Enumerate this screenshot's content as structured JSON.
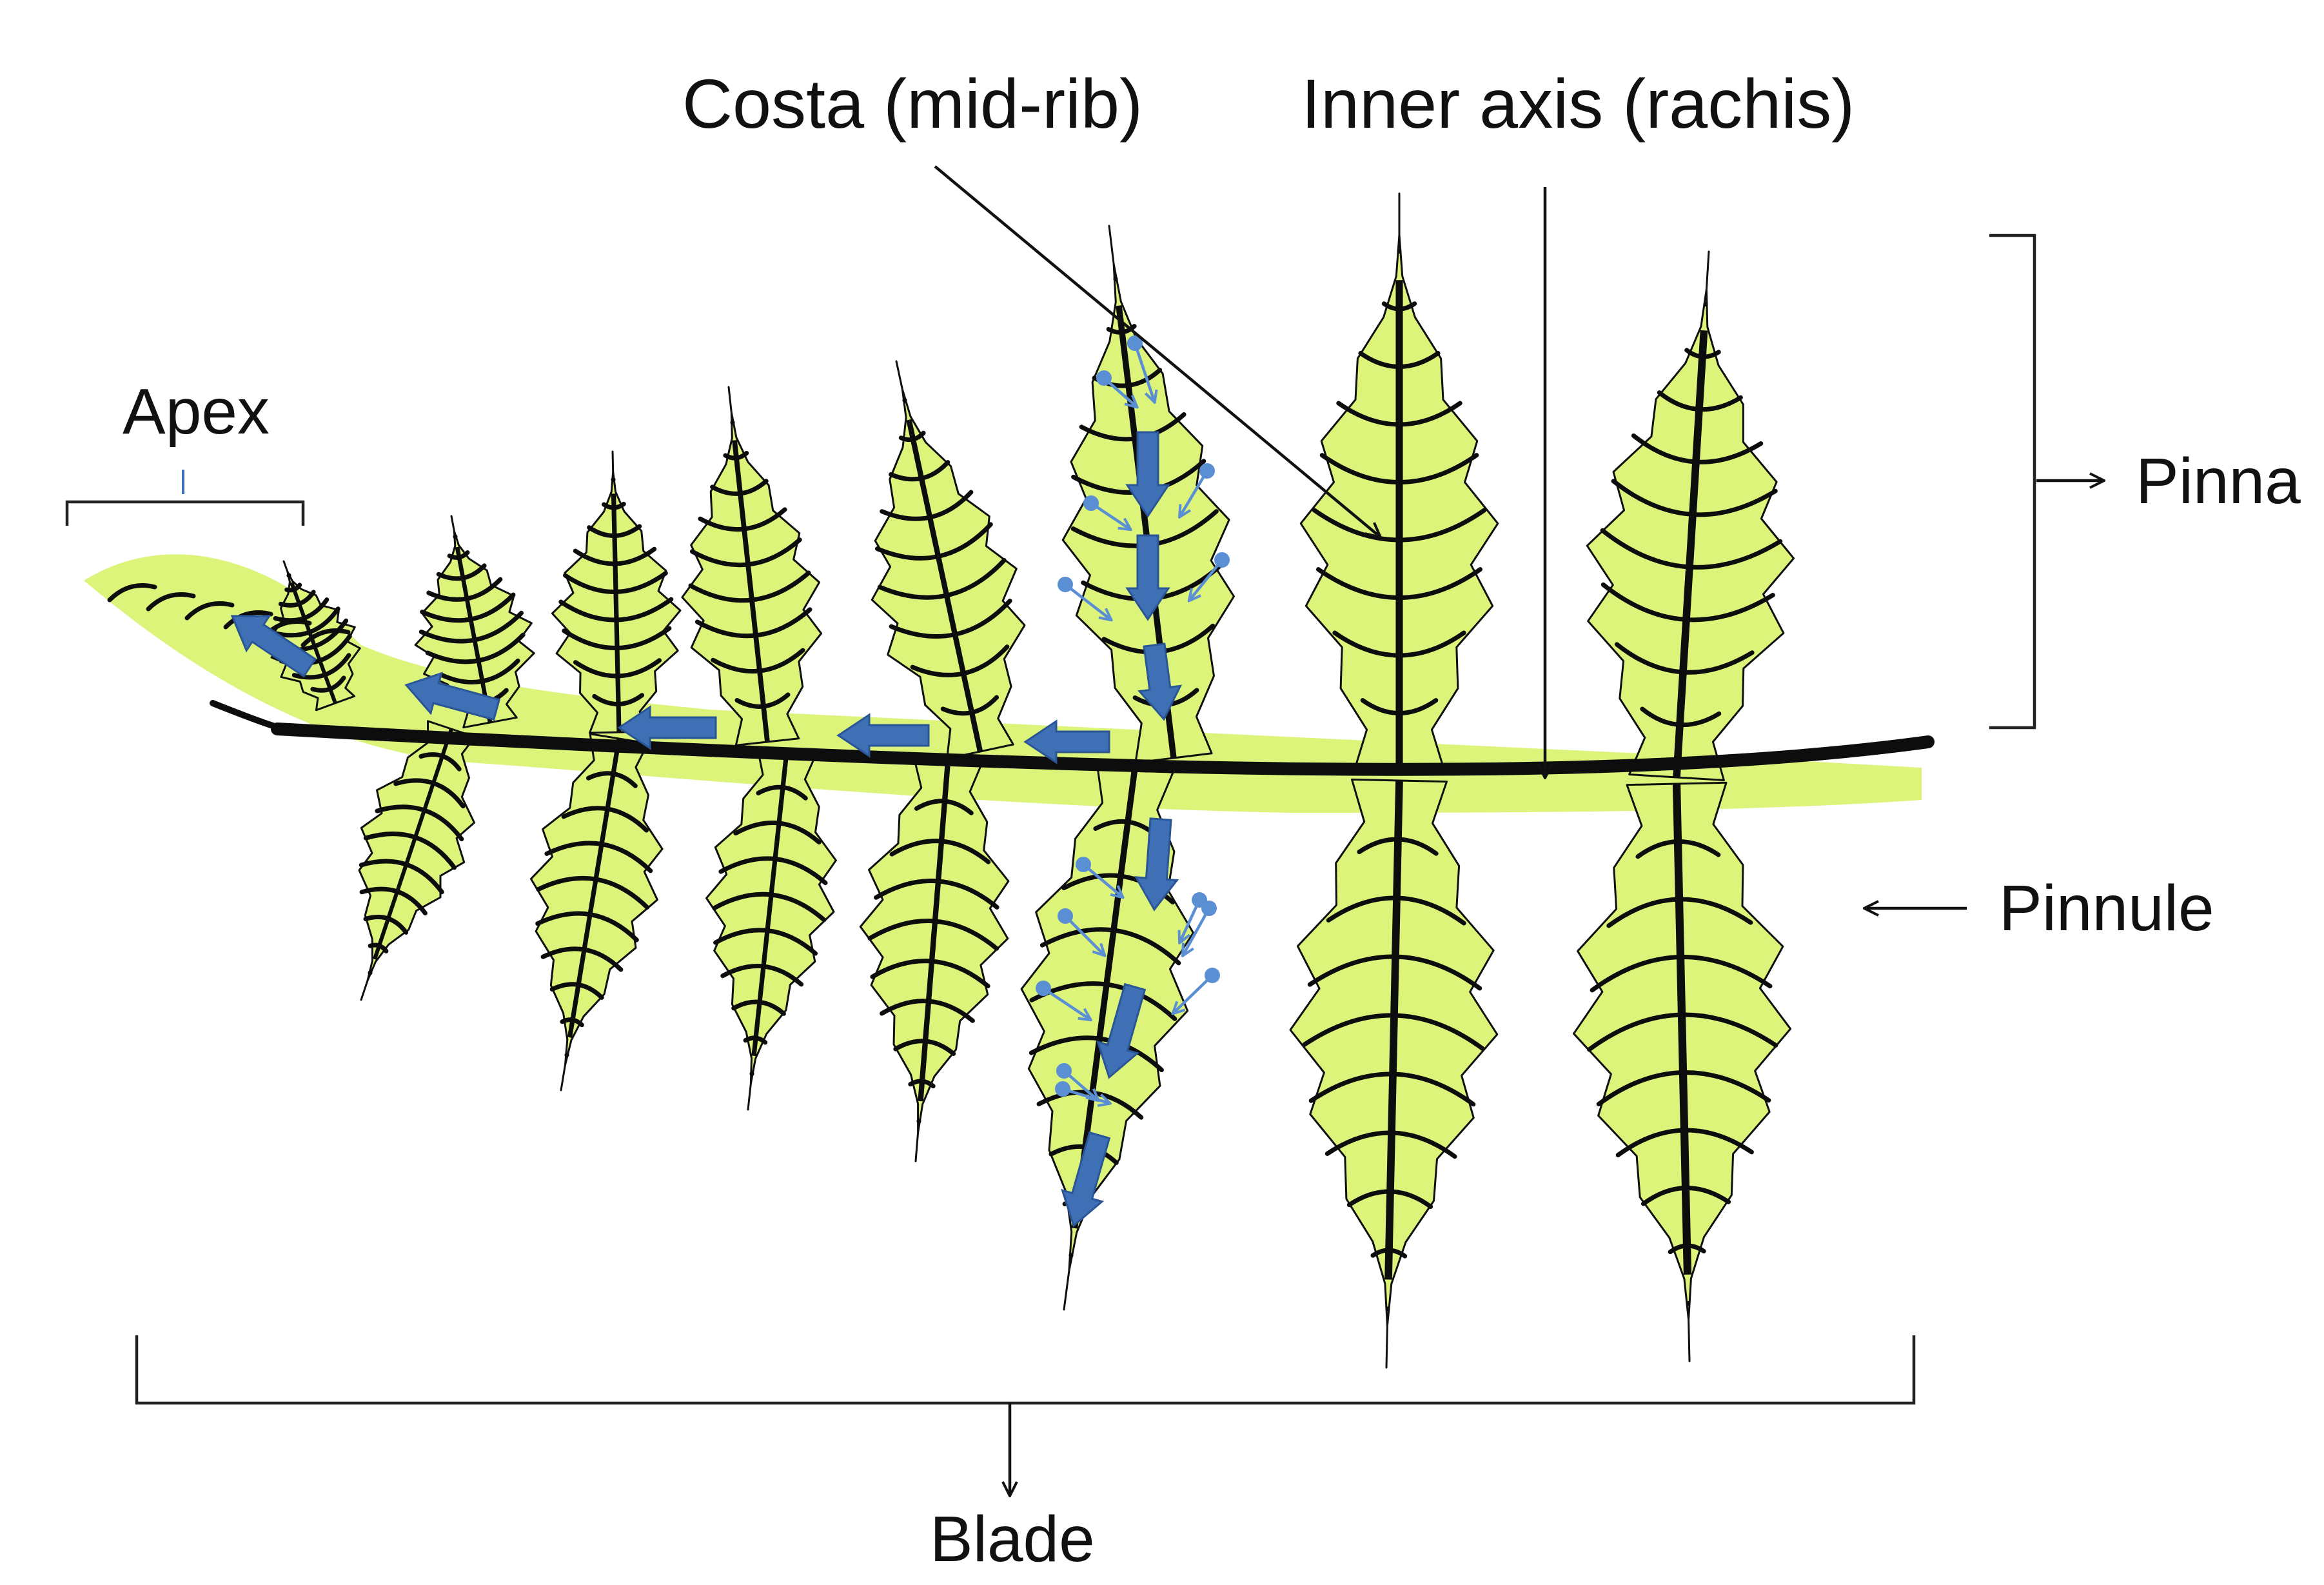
{
  "labels": {
    "costa": "Costa (mid-rib)",
    "rachis": "Inner axis (rachis)",
    "apex": "Apex",
    "pinna": "Pinna",
    "pinnule": "Pinnule",
    "blade": "Blade"
  },
  "colors": {
    "leaf_fill": "#dcf47a",
    "leaf_highlight": "#eefaa8",
    "vein": "#0d0d0d",
    "flow_arrow": "#3f6fb5",
    "flow_arrow_outline": "#2a5596",
    "small_arrow": "#5b8fd4",
    "text": "#111111"
  },
  "icons": {
    "flow": "block-arrow-icon",
    "pointer": "open-arrowhead-icon"
  }
}
